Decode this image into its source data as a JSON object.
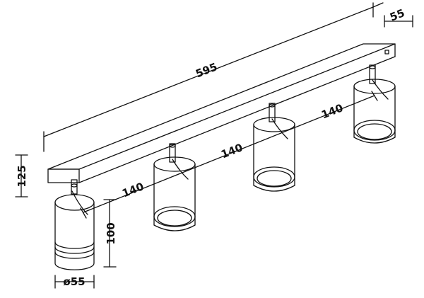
{
  "dimensions": {
    "overall_length": "595",
    "depth": "55",
    "base_height": "125",
    "spot_spacing_1": "140",
    "spot_spacing_2": "140",
    "spot_spacing_3": "140",
    "spot_height": "100",
    "spot_diameter": "ø55"
  },
  "colors": {
    "line": "#111111",
    "background": "#ffffff"
  }
}
